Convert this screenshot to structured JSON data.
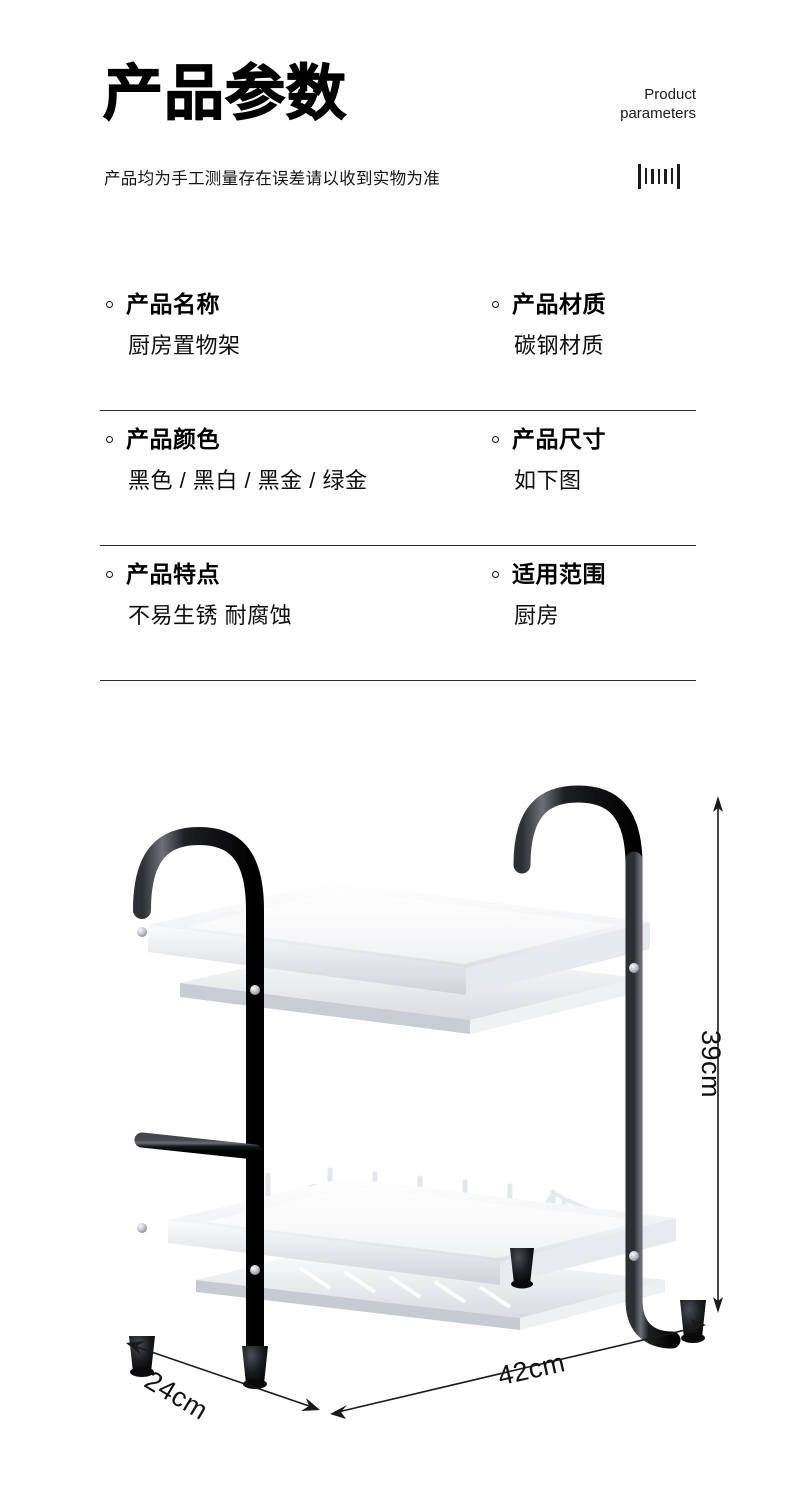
{
  "header": {
    "title": "产品参数",
    "english_line1": "Product",
    "english_line2": "parameters",
    "subtitle": "产品均为手工测量存在误差请以收到实物为准",
    "barcode_icon": "barcode-icon"
  },
  "specs": {
    "rows": [
      {
        "left": {
          "label": "产品名称",
          "value": "厨房置物架"
        },
        "right": {
          "label": "产品材质",
          "value": "碳钢材质"
        }
      },
      {
        "left": {
          "label": "产品颜色",
          "value": "黑色 / 黑白 / 黑金 / 绿金"
        },
        "right": {
          "label": "产品尺寸",
          "value": "如下图"
        }
      },
      {
        "left": {
          "label": "产品特点",
          "value": "不易生锈 耐腐蚀"
        },
        "right": {
          "label": "适用范围",
          "value": "厨房"
        }
      }
    ]
  },
  "product_figure": {
    "alt": "双层厨房置物架 碗碟沥水架",
    "dimensions": {
      "height": "39cm",
      "width": "42cm",
      "depth": "24cm"
    },
    "colors": {
      "frame": "#18181a",
      "rack": "#f2f3f5",
      "rack_shadow": "#c9ccd1",
      "dimension_line": "#1a1a1a"
    }
  }
}
